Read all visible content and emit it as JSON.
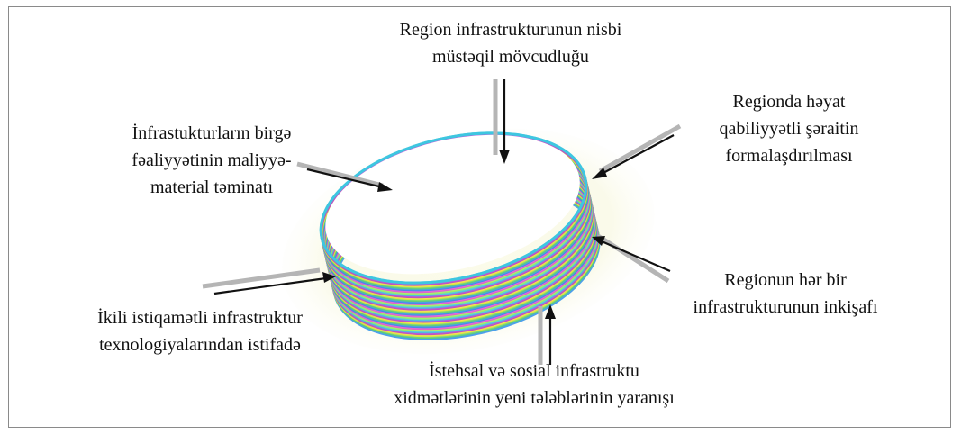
{
  "colors": {
    "stripes": [
      "#3ec6e0",
      "#b43ad0",
      "#f2e23a",
      "#5fd36a",
      "#2e8fe8",
      "#e84bd8",
      "#9ff05a"
    ],
    "arrow": "#111111",
    "arrow_shadow": "#b5b5b5"
  },
  "labels": {
    "top": [
      "Region infrastrukturunun nisbi",
      "müstəqil mövcudluğu"
    ],
    "top_right": [
      "Regionda həyat",
      "qabiliyyətli şəraitin",
      "formalaşdırılması"
    ],
    "top_left": [
      "İnfrastukturların birgə",
      "fəaliyyətinin maliyyə-",
      "material təminatı"
    ],
    "right": [
      "Regionun hər bir",
      "infrastrukturunun inkişafı"
    ],
    "left": [
      "İkili istiqamətli infrastruktur",
      "texnologiyalarından istifadə"
    ],
    "bottom": [
      "İstehsal və sosial infrastruktu",
      "xidmətlərinin yeni tələblərinin yaranışı"
    ]
  }
}
